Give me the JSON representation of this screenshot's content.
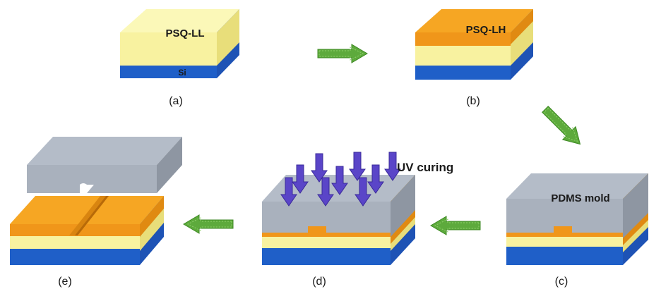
{
  "labels": {
    "psq_ll": "PSQ-LL",
    "si": "Si",
    "psq_lh": "PSQ-LH",
    "pdms_mold": "PDMS mold",
    "uv_curing": "UV curing"
  },
  "captions": {
    "a": "(a)",
    "b": "(b)",
    "c": "(c)",
    "d": "(d)",
    "e": "(e)"
  },
  "colors": {
    "si_blue": "#1f5fc8",
    "psq_ll_yellow": "#f8f2a0",
    "psq_lh_orange": "#f6a623",
    "pdms_gray": "#aeb6c2",
    "arrow_green": "#5daa3c",
    "uv_arrow_purple": "#5a45c8"
  },
  "icons": {
    "process_arrow": "green-block-arrow",
    "uv_arrow": "purple-down-arrow"
  }
}
